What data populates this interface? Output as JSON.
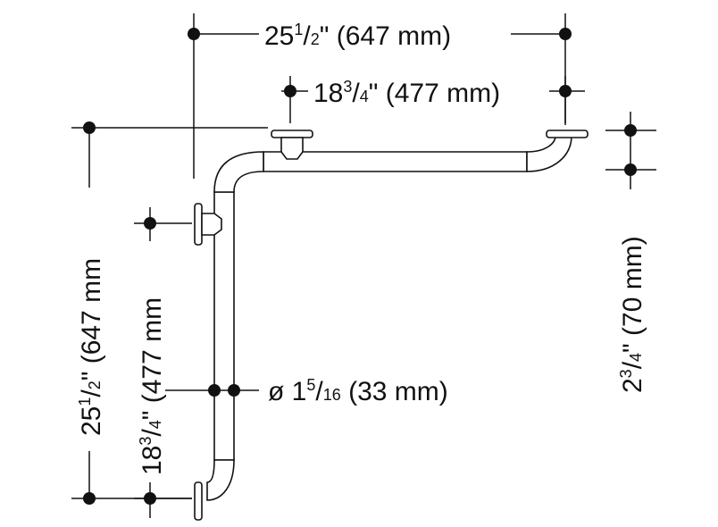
{
  "diagram": {
    "colors": {
      "ink": "#111111",
      "background": "#ffffff"
    },
    "dim_top_width": {
      "whole": "25",
      "num": "1",
      "slash": "/",
      "den": "2",
      "rest": "\" (647 mm)"
    },
    "dim_top_inner": {
      "whole": "18",
      "num": "3",
      "slash": "/",
      "den": "4",
      "rest": "\" (477 mm)"
    },
    "dim_left_height": {
      "whole": "25",
      "num": "1",
      "slash": "/",
      "den": "2",
      "rest": "\" (647 mm"
    },
    "dim_left_inner": {
      "whole": "18",
      "num": "3",
      "slash": "/",
      "den": "4",
      "rest": "\" (477 mm"
    },
    "dim_diameter": {
      "prefix": "ø 1",
      "num": "5",
      "slash": "/",
      "den": "16",
      "rest": " (33 mm)"
    },
    "dim_projection": {
      "whole": "2",
      "num": "3",
      "slash": "/",
      "den": "4",
      "rest": "\" (70 mm)"
    }
  }
}
